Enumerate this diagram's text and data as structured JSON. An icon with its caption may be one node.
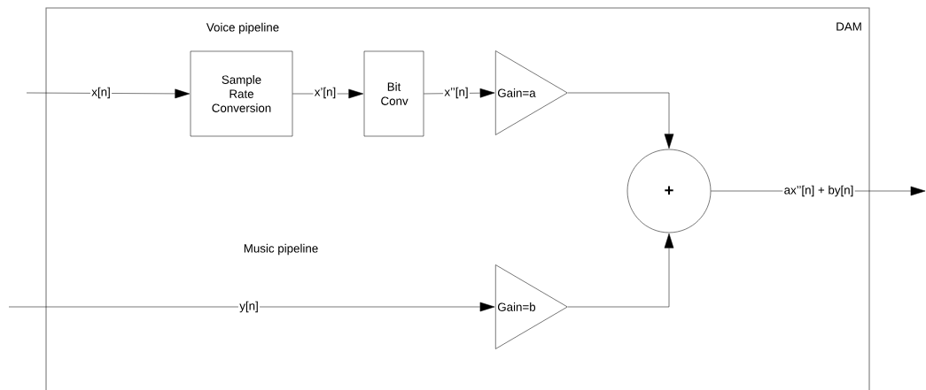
{
  "diagram": {
    "nodes": [
      {
        "text": [
          "DAM"
        ]
      },
      {
        "text": [
          "Sample Rate Conversion"
        ],
        "in": 0
      },
      {
        "text": [
          "Bit Conv"
        ],
        "in": 0
      },
      {
        "text": [
          "Gain=a"
        ],
        "in": 0
      },
      {
        "text": [
          "Gain=b"
        ],
        "in": 0
      },
      {
        "text": [
          "+"
        ],
        "in": 0
      }
    ],
    "edges": [
      {
        "from": null,
        "to": 1,
        "arrow": "to",
        "label": "x[n]"
      },
      {
        "from": 1,
        "to": 2,
        "arrow": "to",
        "label": "x’[n]"
      },
      {
        "from": 2,
        "to": 3,
        "arrow": "to",
        "label": "x’’[n]"
      },
      {
        "from": 3,
        "to": 5,
        "arrow": "to"
      },
      {
        "from": null,
        "to": 4,
        "arrow": "to",
        "label": "y[n]"
      },
      {
        "from": 4,
        "to": 5,
        "arrow": "to"
      },
      {
        "from": 5,
        "to": null,
        "arrow": "to",
        "label": "ax’’[n] + by[n]"
      }
    ],
    "labels": [
      "Voice pipeline",
      "Music pipeline"
    ]
  }
}
